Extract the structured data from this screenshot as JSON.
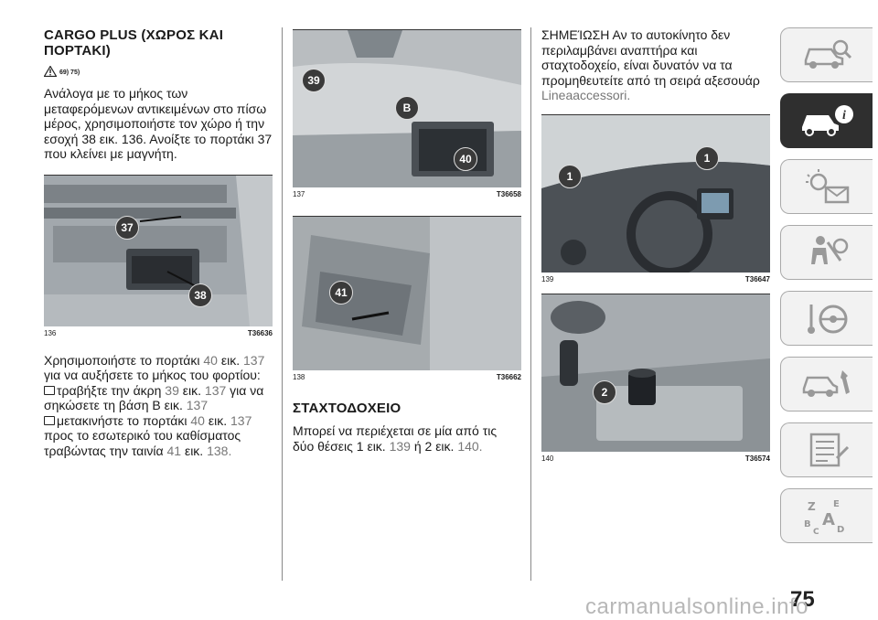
{
  "page_number": "75",
  "watermark": "carmanualsonline.info",
  "col1": {
    "heading": "CARGO PLUS (ΧΩΡΟΣ ΚΑΙ ΠΟΡΤΑΚΙ)",
    "warning_note": "69) 75)",
    "para1": "Ανάλογα με το μήκος των μεταφερόμενων αντικειμένων στο πίσω μέρος, χρησιμοποιήστε τον χώρο ή την εσοχή 38 εικ. 136. Ανοίξτε το πορτάκι 37 που κλείνει με μαγνήτη.",
    "figure": {
      "number": "136",
      "code": "T36636",
      "callouts": [
        "37",
        "38"
      ]
    },
    "para2_a": "Χρησιμοποιήστε το πορτάκι",
    "para2_ref1": "40",
    "para2_b": "εικ.",
    "para2_ref2": "137",
    "para2_c": "για να αυξήσετε το μήκος του φορτίου:",
    "bullet1_a": "τραβήξτε την άκρη",
    "bullet1_ref1": "39",
    "bullet1_b": "εικ.",
    "bullet1_ref2": "137",
    "bullet1_c": "για να σηκώσετε τη βάση B εικ.",
    "bullet1_ref3": "137",
    "bullet2_a": "μετακινήστε το πορτάκι",
    "bullet2_ref1": "40",
    "bullet2_b": "εικ.",
    "bullet2_ref2": "137",
    "bullet2_c": "προς το εσωτερικό του καθίσματος τραβώντας την ταινία",
    "bullet2_ref3": "41",
    "bullet2_d": "εικ.",
    "bullet2_ref4": "138."
  },
  "col2": {
    "figure137": {
      "number": "137",
      "code": "T36658",
      "callouts": [
        "39",
        "B",
        "40"
      ]
    },
    "figure138": {
      "number": "138",
      "code": "T36662",
      "callouts": [
        "41"
      ]
    },
    "heading": "ΣΤΑΧΤΟΔΟΧΕΙΟ",
    "para_a": "Μπορεί να περιέχεται σε μία από τις δύο θέσεις 1 εικ.",
    "para_ref1": "139",
    "para_b": "ή 2 εικ.",
    "para_ref2": "140."
  },
  "col3": {
    "note_text": "ΣΗΜΕΊΩΣΗ Αν το αυτοκίνητο δεν περιλαμβάνει αναπτήρα και σταχτοδοχείο, είναι δυνατόν να τα προμηθευτείτε από τη σειρά αξεσουάρ",
    "note_ref": "Lineaaccessori.",
    "figure139": {
      "number": "139",
      "code": "T36647",
      "callouts": [
        "1",
        "1"
      ]
    },
    "figure140": {
      "number": "140",
      "code": "T36574",
      "callouts": [
        "2"
      ]
    }
  },
  "tabs": [
    {
      "icon": "car-search-icon",
      "active": false
    },
    {
      "icon": "car-info-icon",
      "active": true
    },
    {
      "icon": "warning-lights-icon",
      "active": false
    },
    {
      "icon": "airbag-safety-icon",
      "active": false
    },
    {
      "icon": "steering-wheel-icon",
      "active": false
    },
    {
      "icon": "car-service-icon",
      "active": false
    },
    {
      "icon": "specs-list-icon",
      "active": false
    },
    {
      "icon": "alphabetical-index-icon",
      "active": false
    }
  ],
  "colors": {
    "active_tab": "#2f2f2f",
    "tab_border": "#a9a9a9",
    "reference_text": "#777777"
  }
}
